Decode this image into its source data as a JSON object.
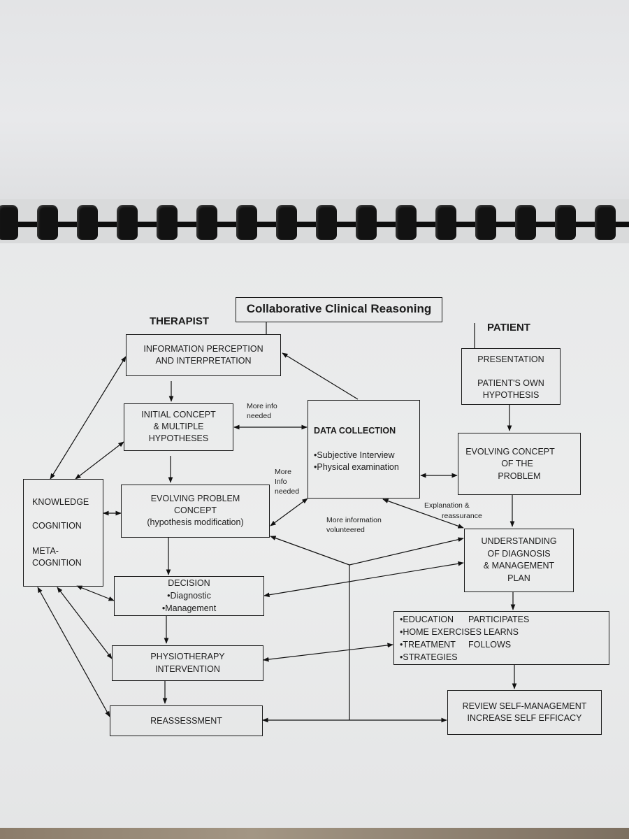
{
  "diagram": {
    "title": "Collaborative Clinical Reasoning",
    "columns": {
      "therapist": "THERAPIST",
      "patient": "PATIENT"
    },
    "therapist_boxes": {
      "info_perception": [
        "INFORMATION PERCEPTION",
        "AND INTERPRETATION"
      ],
      "initial_concept": [
        "INITIAL CONCEPT",
        "& MULTIPLE",
        "HYPOTHESES"
      ],
      "evolving_problem": [
        "EVOLVING PROBLEM",
        "CONCEPT",
        "(hypothesis modification)"
      ],
      "decision": [
        "DECISION",
        "•Diagnostic",
        "•Management"
      ],
      "physio": [
        "PHYSIOTHERAPY",
        "INTERVENTION"
      ],
      "reassessment": "REASSESSMENT",
      "knowledge": [
        "KNOWLEDGE",
        "COGNITION",
        "META-",
        "COGNITION"
      ]
    },
    "data_collection": {
      "title": "DATA COLLECTION",
      "items": [
        "•Subjective Interview",
        "•Physical examination"
      ]
    },
    "patient_boxes": {
      "presentation": [
        "PRESENTATION",
        "PATIENT'S OWN",
        "HYPOTHESIS"
      ],
      "evolving_concept": [
        "EVOLVING CONCEPT",
        "OF THE",
        "PROBLEM"
      ],
      "understanding": [
        "UNDERSTANDING",
        "OF DIAGNOSIS",
        "& MANAGEMENT",
        "PLAN"
      ],
      "education": {
        "left": [
          "•EDUCATION",
          "•HOME EXERCISES",
          "•TREATMENT",
          "•STRATEGIES"
        ],
        "right": [
          "PARTICIPATES",
          "LEARNS",
          "FOLLOWS"
        ]
      },
      "review": [
        "REVIEW SELF-MANAGEMENT",
        "INCREASE SELF EFFICACY"
      ]
    },
    "edge_labels": {
      "more_info_needed_1": [
        "More info",
        "needed"
      ],
      "more_info_needed_2": [
        "More",
        "Info",
        "needed"
      ],
      "explanation": [
        "Explanation &",
        "reassurance"
      ],
      "volunteered": [
        "More information",
        "volunteered"
      ]
    }
  }
}
